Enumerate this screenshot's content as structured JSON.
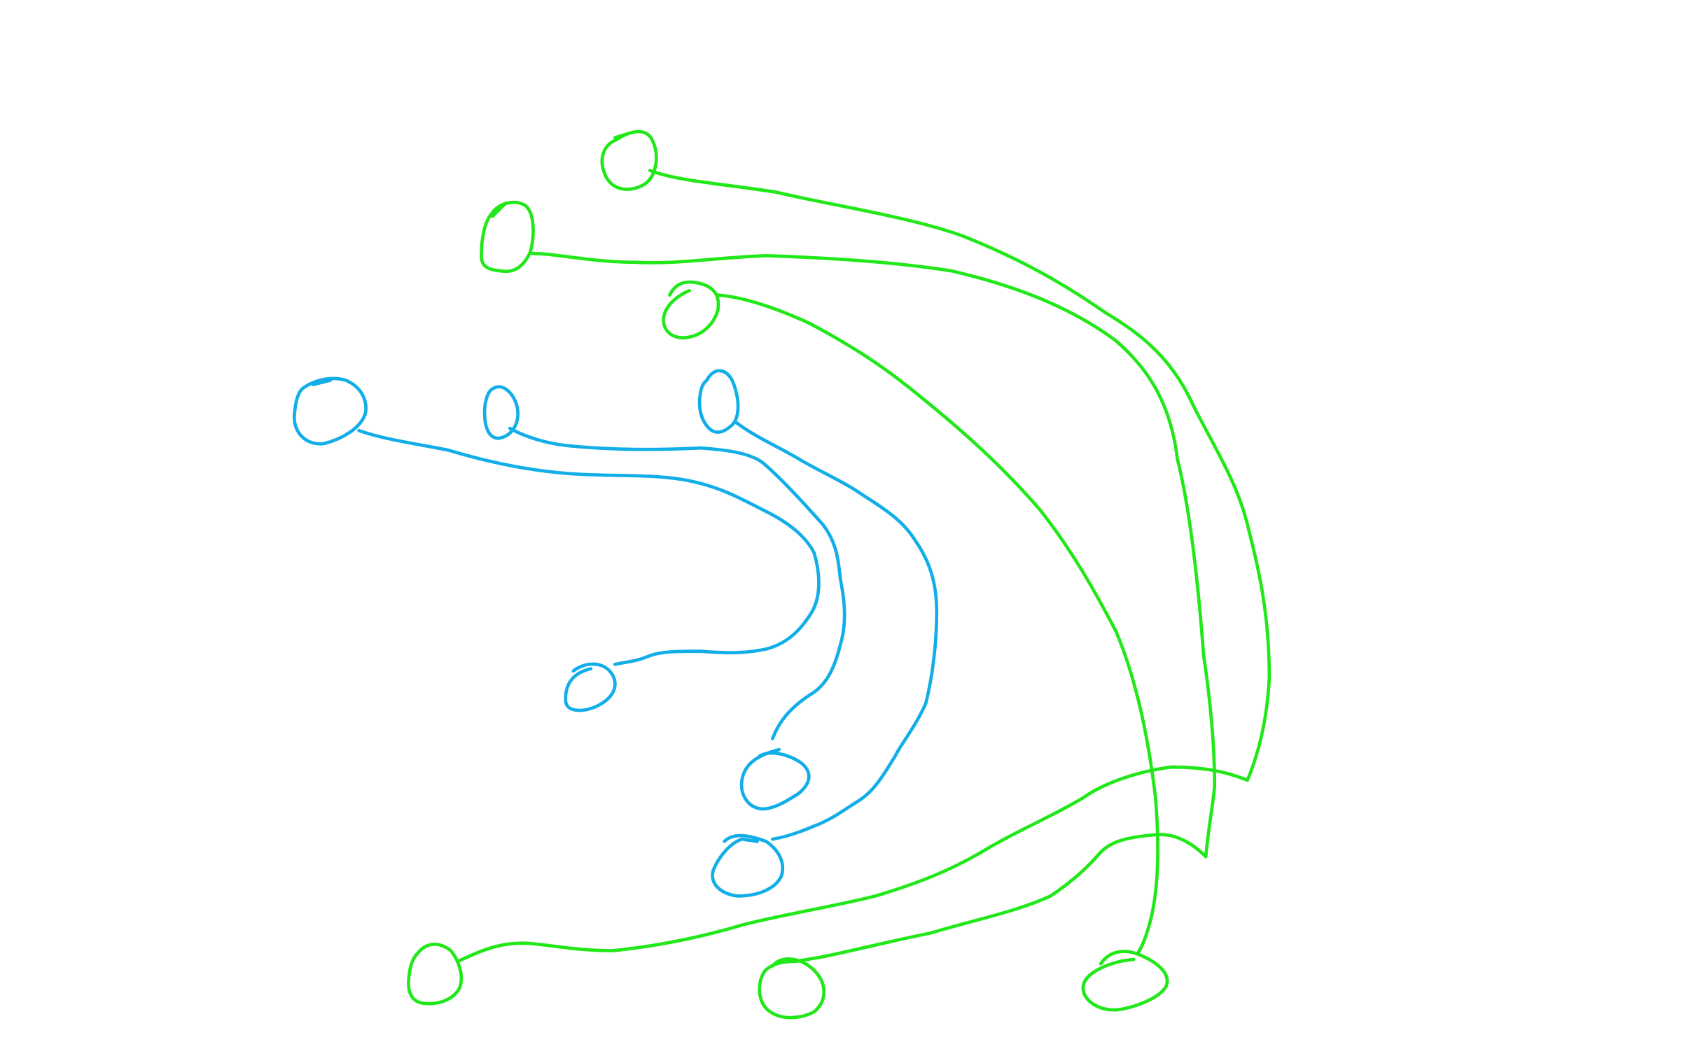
{
  "drawing": {
    "background": "#ffffff",
    "colors": {
      "green": "#22e81a",
      "blue": "#12aee8"
    },
    "groups": [
      {
        "name": "green-group",
        "color_key": "green",
        "node_count": 6,
        "connector_count": 3
      },
      {
        "name": "blue-group",
        "color_key": "blue",
        "node_count": 6,
        "connector_count": 3
      }
    ]
  }
}
